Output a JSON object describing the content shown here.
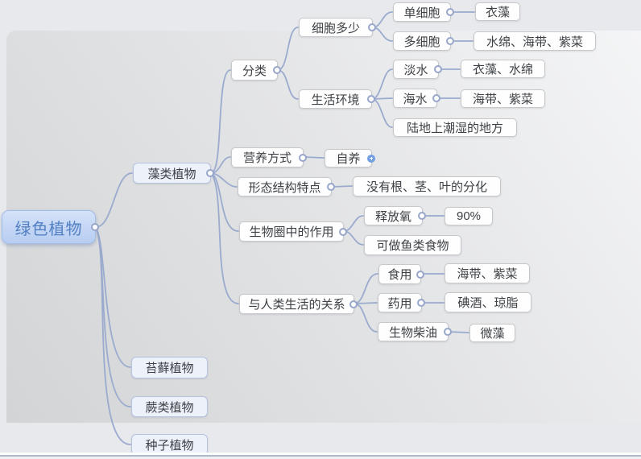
{
  "tree": {
    "label": "绿色植物",
    "children": [
      {
        "label": "藻类植物",
        "children": [
          {
            "label": "分类",
            "children": [
              {
                "label": "细胞多少",
                "children": [
                  {
                    "label": "单细胞",
                    "children": [
                      {
                        "label": "衣藻"
                      }
                    ]
                  },
                  {
                    "label": "多细胞",
                    "children": [
                      {
                        "label": "水绵、海带、紫菜"
                      }
                    ]
                  }
                ]
              },
              {
                "label": "生活环境",
                "children": [
                  {
                    "label": "淡水",
                    "children": [
                      {
                        "label": "衣藻、水绵"
                      }
                    ]
                  },
                  {
                    "label": "海水",
                    "children": [
                      {
                        "label": "海带、紫菜"
                      }
                    ]
                  },
                  {
                    "label": "陆地上潮湿的地方"
                  }
                ]
              }
            ]
          },
          {
            "label": "营养方式",
            "children": [
              {
                "label": "自养",
                "collapsed": true
              }
            ]
          },
          {
            "label": "形态结构特点",
            "children": [
              {
                "label": "没有根、茎、叶的分化"
              }
            ]
          },
          {
            "label": "生物圈中的作用",
            "children": [
              {
                "label": "释放氧",
                "children": [
                  {
                    "label": "90%"
                  }
                ]
              },
              {
                "label": "可做鱼类食物"
              }
            ]
          },
          {
            "label": "与人类生活的关系",
            "children": [
              {
                "label": "食用",
                "children": [
                  {
                    "label": "海带、紫菜"
                  }
                ]
              },
              {
                "label": "药用",
                "children": [
                  {
                    "label": "碘酒、琼脂"
                  }
                ]
              },
              {
                "label": "生物柴油",
                "children": [
                  {
                    "label": "微藻"
                  }
                ]
              }
            ]
          }
        ]
      },
      {
        "label": "苔藓植物"
      },
      {
        "label": "蕨类植物"
      },
      {
        "label": "种子植物"
      }
    ]
  },
  "colors": {
    "line": "#9aabce",
    "node_border": "#c6c8ca",
    "branch_bg": "#edf1fa",
    "branch_border": "#b5c3e0",
    "root_bg": "#c4d6f5",
    "root_text": "#5280c3",
    "text": "#3d4145",
    "collapse_handle_ring": "#98a6ca",
    "expand_handle_fill": "#74a0e4"
  }
}
